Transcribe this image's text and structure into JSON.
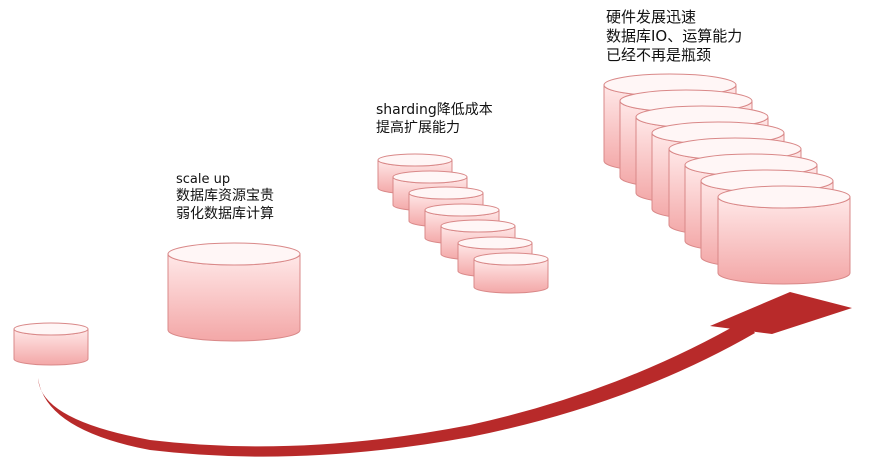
{
  "colors": {
    "cylinder_side_top": "#ffe8e8",
    "cylinder_side_bottom": "#f3a7a7",
    "cylinder_top_fill": "#fff6f6",
    "cylinder_stroke": "#d98888",
    "arrow_fill": "#b82a2a",
    "arrow_fill_light": "#d94545"
  },
  "captions": {
    "scale_up": {
      "line1": "scale up",
      "line2": "数据库资源宝贵",
      "line3": "弱化数据库计算"
    },
    "sharding": {
      "line1": "sharding降低成本",
      "line2": "提高扩展能力"
    },
    "hardware": {
      "line1": "硬件发展迅速",
      "line2": "数据库IO、运算能力",
      "line3": "已经不再是瓶颈"
    }
  },
  "icons": {
    "database_cylinder": "database-cylinder-icon",
    "growth_arrow": "curved-arrow-icon"
  }
}
